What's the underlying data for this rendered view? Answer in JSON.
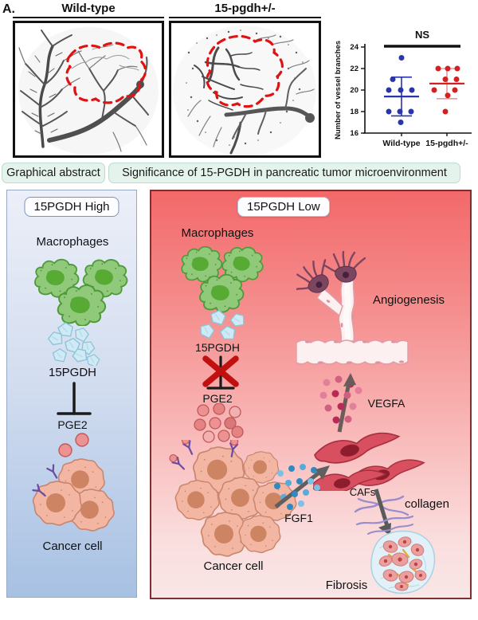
{
  "figure": {
    "panel_label": "A.",
    "microscopy": {
      "left_title": "Wild-type",
      "right_title": "15-pgdh+/-"
    }
  },
  "chart_data": {
    "type": "scatter",
    "title": "",
    "ylabel": "Number of vessel branches",
    "xlabel": "",
    "ylim": [
      16,
      24
    ],
    "yticks": [
      16,
      18,
      20,
      22,
      24
    ],
    "categories": [
      "Wild-type",
      "15-pgdh+/-"
    ],
    "significance": "NS",
    "legend": "none",
    "grid": false,
    "series": [
      {
        "name": "Wild-type",
        "color": "#2a35aa",
        "whisker_color": "#2a35aa",
        "values": [
          23,
          21,
          20,
          20,
          20,
          18,
          18,
          18,
          17
        ],
        "mean": 19.4,
        "error_low": 17.6,
        "error_high": 21.2
      },
      {
        "name": "15-pgdh+/-",
        "color": "#d42020",
        "whisker_color": "#e69a9a",
        "values": [
          22,
          22,
          22,
          21,
          21,
          20,
          20,
          19.5,
          18
        ],
        "mean": 20.6,
        "error_low": 19.2,
        "error_high": 22
      }
    ]
  },
  "banner": {
    "graphical_abstract": "Graphical abstract",
    "significance_title": "Significance of 15-PGDH in pancreatic tumor microenvironment"
  },
  "left_panel": {
    "title": "15PGDH High",
    "macrophages_label": "Macrophages",
    "enzyme_label": "15PGDH",
    "pge2_label": "PGE2",
    "cancer_cell_label": "Cancer cell"
  },
  "right_panel": {
    "title": "15PGDH Low",
    "macrophages_label": "Macrophages",
    "enzyme_label": "15PGDH",
    "pge2_label": "PGE2",
    "cancer_cell_label": "Cancer cell",
    "angiogenesis_label": "Angiogenesis",
    "vegfa_label": "VEGFA",
    "cafs_label": "CAFs",
    "collagen_label": "collagen",
    "fgf1_label": "FGF1",
    "fibrosis_label": "Fibrosis"
  },
  "colors": {
    "macrophage_body": "#8fc979",
    "macrophage_nucleus": "#57ab35",
    "cancer_cell_body": "#f2b6a2",
    "cancer_cell_nucleus": "#cd8463",
    "enzyme_crystal": "#cfeaf5",
    "pge2_molecule": "#ec9292",
    "caf_body": "#d8505f",
    "vegfa_dot": "#b8295a",
    "fgf1_dot": "#2f8ac2",
    "collagen_fiber": "#998ccb",
    "tumor_outline_dashed": "#e11212",
    "inhibition_cross": "#c11010",
    "left_panel_top": "#eceff8",
    "left_panel_bottom": "#a7c1e3",
    "right_panel_top": "#f3696a",
    "right_panel_bottom": "#f9e6e6",
    "banner_bg": "#e4f3ec",
    "banner_border": "#bcdccd"
  }
}
